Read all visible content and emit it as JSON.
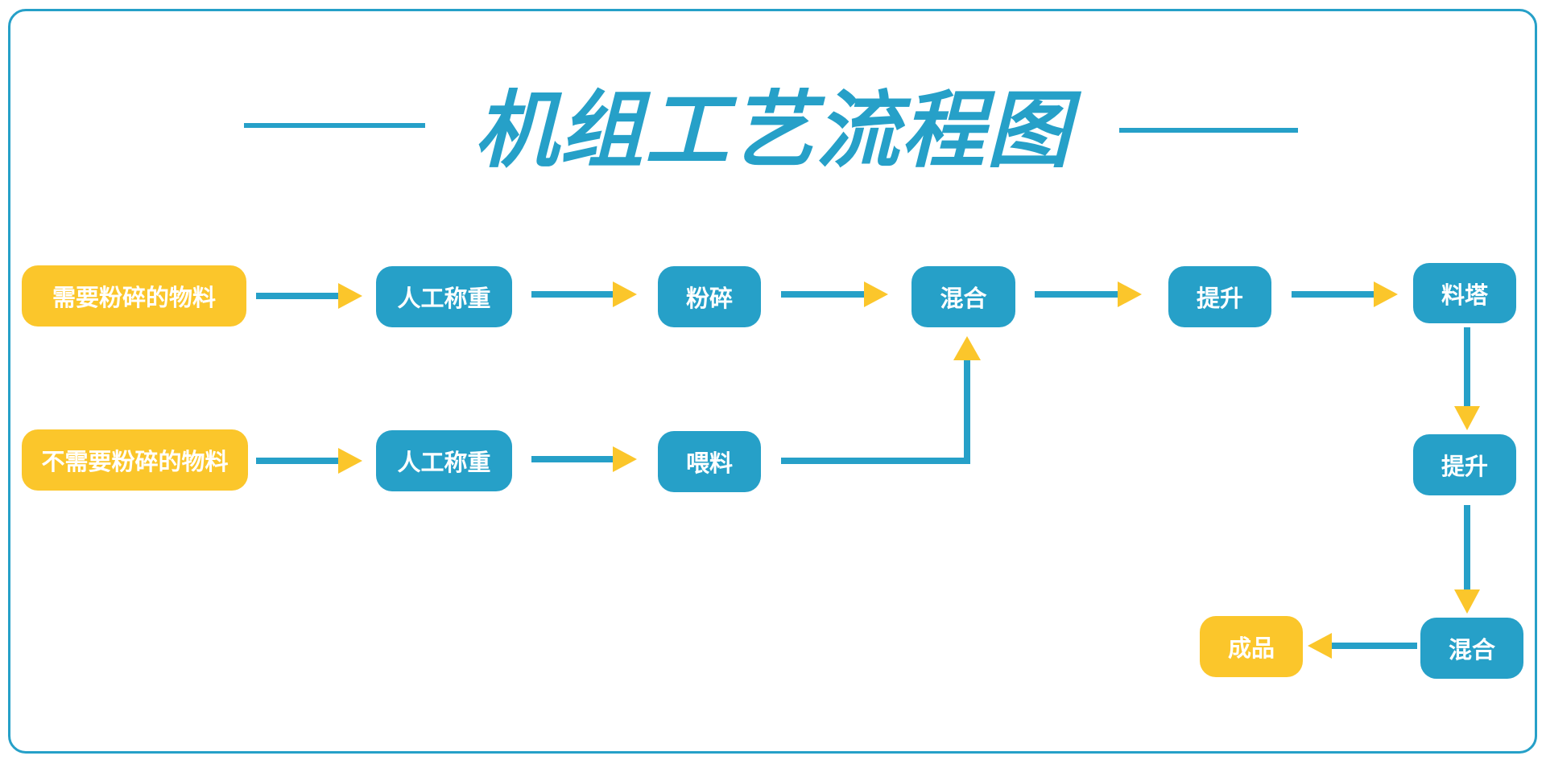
{
  "title": "机组工艺流程图",
  "colors": {
    "primary": "#26a0c8",
    "accent": "#fbc62b",
    "text_on_node": "#ffffff"
  },
  "nodes": {
    "crush_material": "需要粉碎的物料",
    "no_crush_material": "不需要粉碎的物料",
    "manual_weigh_1": "人工称重",
    "manual_weigh_2": "人工称重",
    "crush": "粉碎",
    "feed": "喂料",
    "mix_1": "混合",
    "lift_1": "提升",
    "material_tower": "料塔",
    "lift_2": "提升",
    "mix_2": "混合",
    "finished_product": "成品"
  }
}
